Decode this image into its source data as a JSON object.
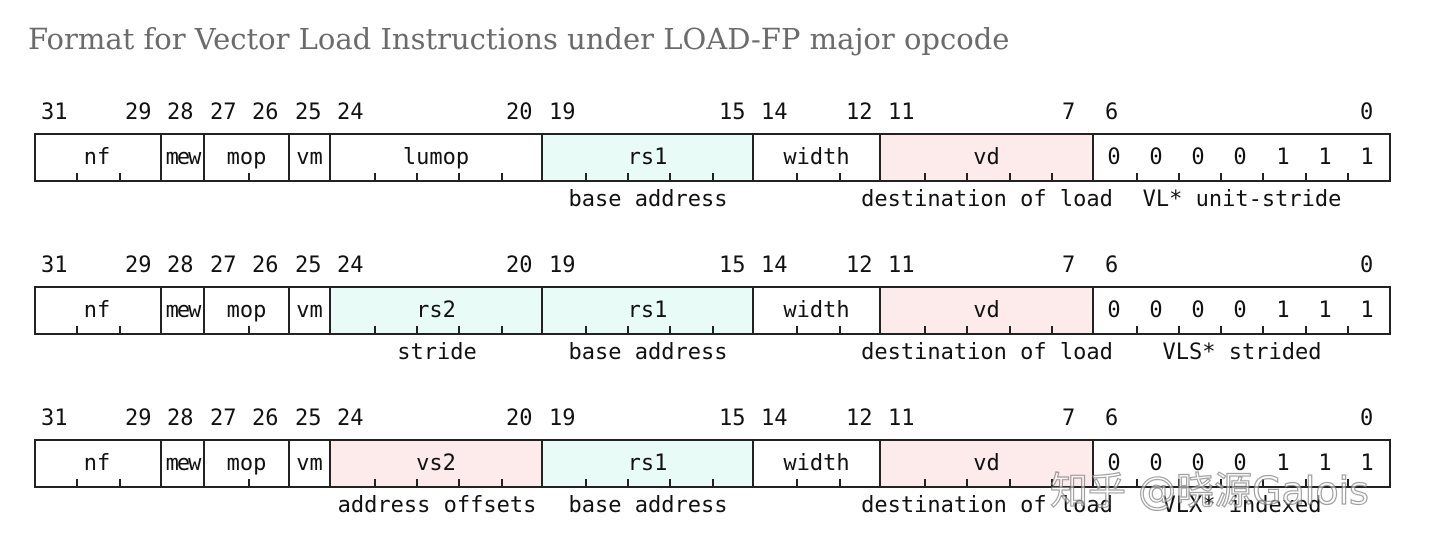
{
  "title": "Format for Vector Load Instructions under LOAD-FP major opcode",
  "rows": [
    {
      "bit_labels": [
        "31",
        "29",
        "28",
        "27",
        "26",
        "25",
        "24",
        "20",
        "19",
        "15",
        "14",
        "12",
        "11",
        "7",
        "6",
        "0"
      ],
      "fields": [
        "nf",
        "mew",
        "mop",
        "vm",
        "lumop",
        "rs1",
        "width",
        "vd"
      ],
      "opcode_bits": [
        "0",
        "0",
        "0",
        "0",
        "1",
        "1",
        "1"
      ],
      "descriptions": {
        "rs1": "base address",
        "vd": "destination of load",
        "opcode": "VL* unit-stride"
      }
    },
    {
      "bit_labels": [
        "31",
        "29",
        "28",
        "27",
        "26",
        "25",
        "24",
        "20",
        "19",
        "15",
        "14",
        "12",
        "11",
        "7",
        "6",
        "0"
      ],
      "fields": [
        "nf",
        "mew",
        "mop",
        "vm",
        "rs2",
        "rs1",
        "width",
        "vd"
      ],
      "opcode_bits": [
        "0",
        "0",
        "0",
        "0",
        "1",
        "1",
        "1"
      ],
      "descriptions": {
        "rs2": "stride",
        "rs1": "base address",
        "vd": "destination of load",
        "opcode": "VLS* strided"
      }
    },
    {
      "bit_labels": [
        "31",
        "29",
        "28",
        "27",
        "26",
        "25",
        "24",
        "20",
        "19",
        "15",
        "14",
        "12",
        "11",
        "7",
        "6",
        "0"
      ],
      "fields": [
        "nf",
        "mew",
        "mop",
        "vm",
        "vs2",
        "rs1",
        "width",
        "vd"
      ],
      "opcode_bits": [
        "0",
        "0",
        "0",
        "0",
        "1",
        "1",
        "1"
      ],
      "descriptions": {
        "vs2": "address offsets",
        "rs1": "base address",
        "vd": "destination of load",
        "opcode": "VLX* indexed"
      }
    }
  ],
  "colors": {
    "cyan": "#e9fbf7",
    "pink": "#fdeaea"
  },
  "watermark": "知乎 @晓源Galois"
}
